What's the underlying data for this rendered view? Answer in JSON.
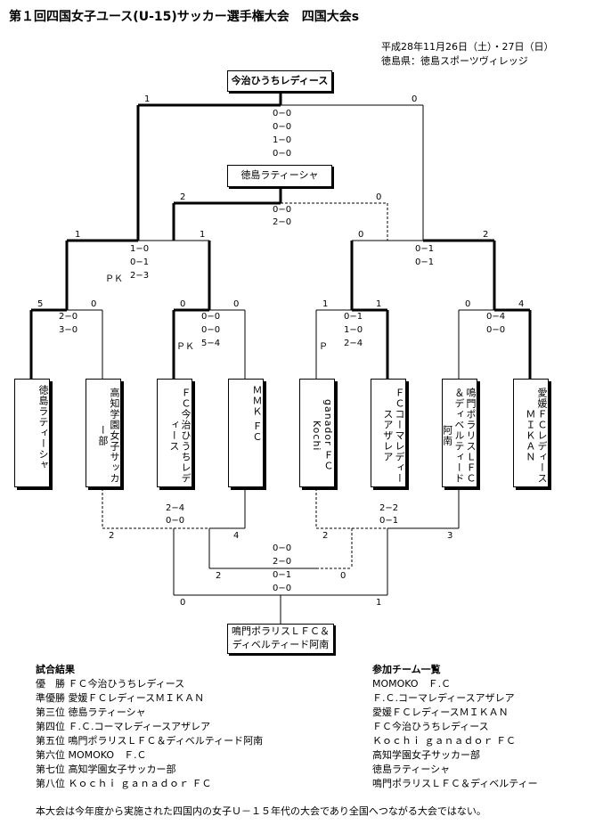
{
  "header": {
    "title": "第１回四国女子ユース(U-15)サッカー選手権大会　四国大会s",
    "date": "平成28年11月26日（土）・27日（日）",
    "venue": "徳島県：徳島スポーツヴィレッジ"
  },
  "bracket": {
    "champion": "今治ひうちレディース",
    "third": "徳島ラティーシャ",
    "fifth": "鳴門ポラリスＬＦＣ＆ディベルティード阿南",
    "teams": [
      "徳島ラティーシャ",
      "高知学園女子サッカー部",
      "ＦＣ今治ひうちレディース",
      "ＭＭＫ ＦＣ",
      "ganador ＦＣ Kochi",
      "ＦＣコーマレディースアザレア",
      "鳴門ポラリスＬＦＣ＆ディベルティード阿南",
      "愛媛ＦＣレディースＭＩＫＡＮ"
    ],
    "r1": {
      "m1": {
        "left": "5",
        "right": "0",
        "s1": "2−0",
        "s2": "3−0"
      },
      "m2": {
        "left": "0",
        "right": "0",
        "s1": "0−0",
        "s2": "0−0",
        "pk": "ＰＫ",
        "pk_score": "5−4"
      },
      "m3": {
        "left": "1",
        "right": "1",
        "s1": "0−1",
        "s2": "1−0",
        "pk": "Ｐ",
        "pk_score": "2−4"
      },
      "m4": {
        "left": "0",
        "right": "4",
        "s1": "0−4",
        "s2": "0−0"
      }
    },
    "semi": {
      "left": {
        "l": "1",
        "r": "1",
        "s1": "1−0",
        "s2": "0−1",
        "pk": "ＰＫ",
        "pk_score": "2−3"
      },
      "right": {
        "l": "0",
        "r": "2",
        "s1": "0−1",
        "s2": "0−1"
      }
    },
    "third_match": {
      "l": "2",
      "r": "0",
      "s1": "0−0",
      "s2": "2−0"
    },
    "final": {
      "l": "1",
      "r": "0",
      "s1": "0−0",
      "s2": "0−0",
      "s3": "1−0",
      "s4": "0−0"
    },
    "lower": {
      "left": {
        "l": "2",
        "r": "4",
        "s1": "2−4",
        "s2": "0−0"
      },
      "right": {
        "l": "2",
        "r": "3",
        "s1": "2−2",
        "s2": "0−1"
      },
      "mid": {
        "l": "2",
        "r": "0",
        "s1": "0−0",
        "s2": "2−0",
        "s3": "0−1",
        "s4": "0−0"
      },
      "bottom": {
        "l": "0",
        "r": "1"
      }
    }
  },
  "results": {
    "heading": "試合結果",
    "rows": [
      "優　勝 ＦＣ今治ひうちレディース",
      "準優勝 愛媛ＦＣレディースＭＩＫＡＮ",
      "第三位 徳島ラティーシャ",
      "第四位 Ｆ.Ｃ.コーマレディースアザレア",
      "第五位 鳴門ポラリスＬＦＣ＆ディベルティード阿南",
      "第六位 MOMOKO　Ｆ.Ｃ",
      "第七位 高知学園女子サッカー部",
      "第八位 Ｋｏｃｈｉ ｇａｎａｄｏｒ ＦＣ"
    ]
  },
  "teams_list": {
    "heading": "参加チーム一覧",
    "rows": [
      "MOMOKO　Ｆ.Ｃ",
      "Ｆ.Ｃ.コーマレディースアザレア",
      "愛媛ＦＣレディースＭＩＫＡＮ",
      "ＦＣ今治ひうちレディース",
      "Ｋｏｃｈｉ ｇａｎａｄｏｒ ＦＣ",
      "高知学園女子サッカー部",
      "徳島ラティーシャ",
      "鳴門ポラリスＬＦＣ＆ディベルティー"
    ]
  },
  "note": "本大会は今年度から実施された四国内の女子Ｕ－１５年代の大会であり全国へつながる大会ではない。"
}
